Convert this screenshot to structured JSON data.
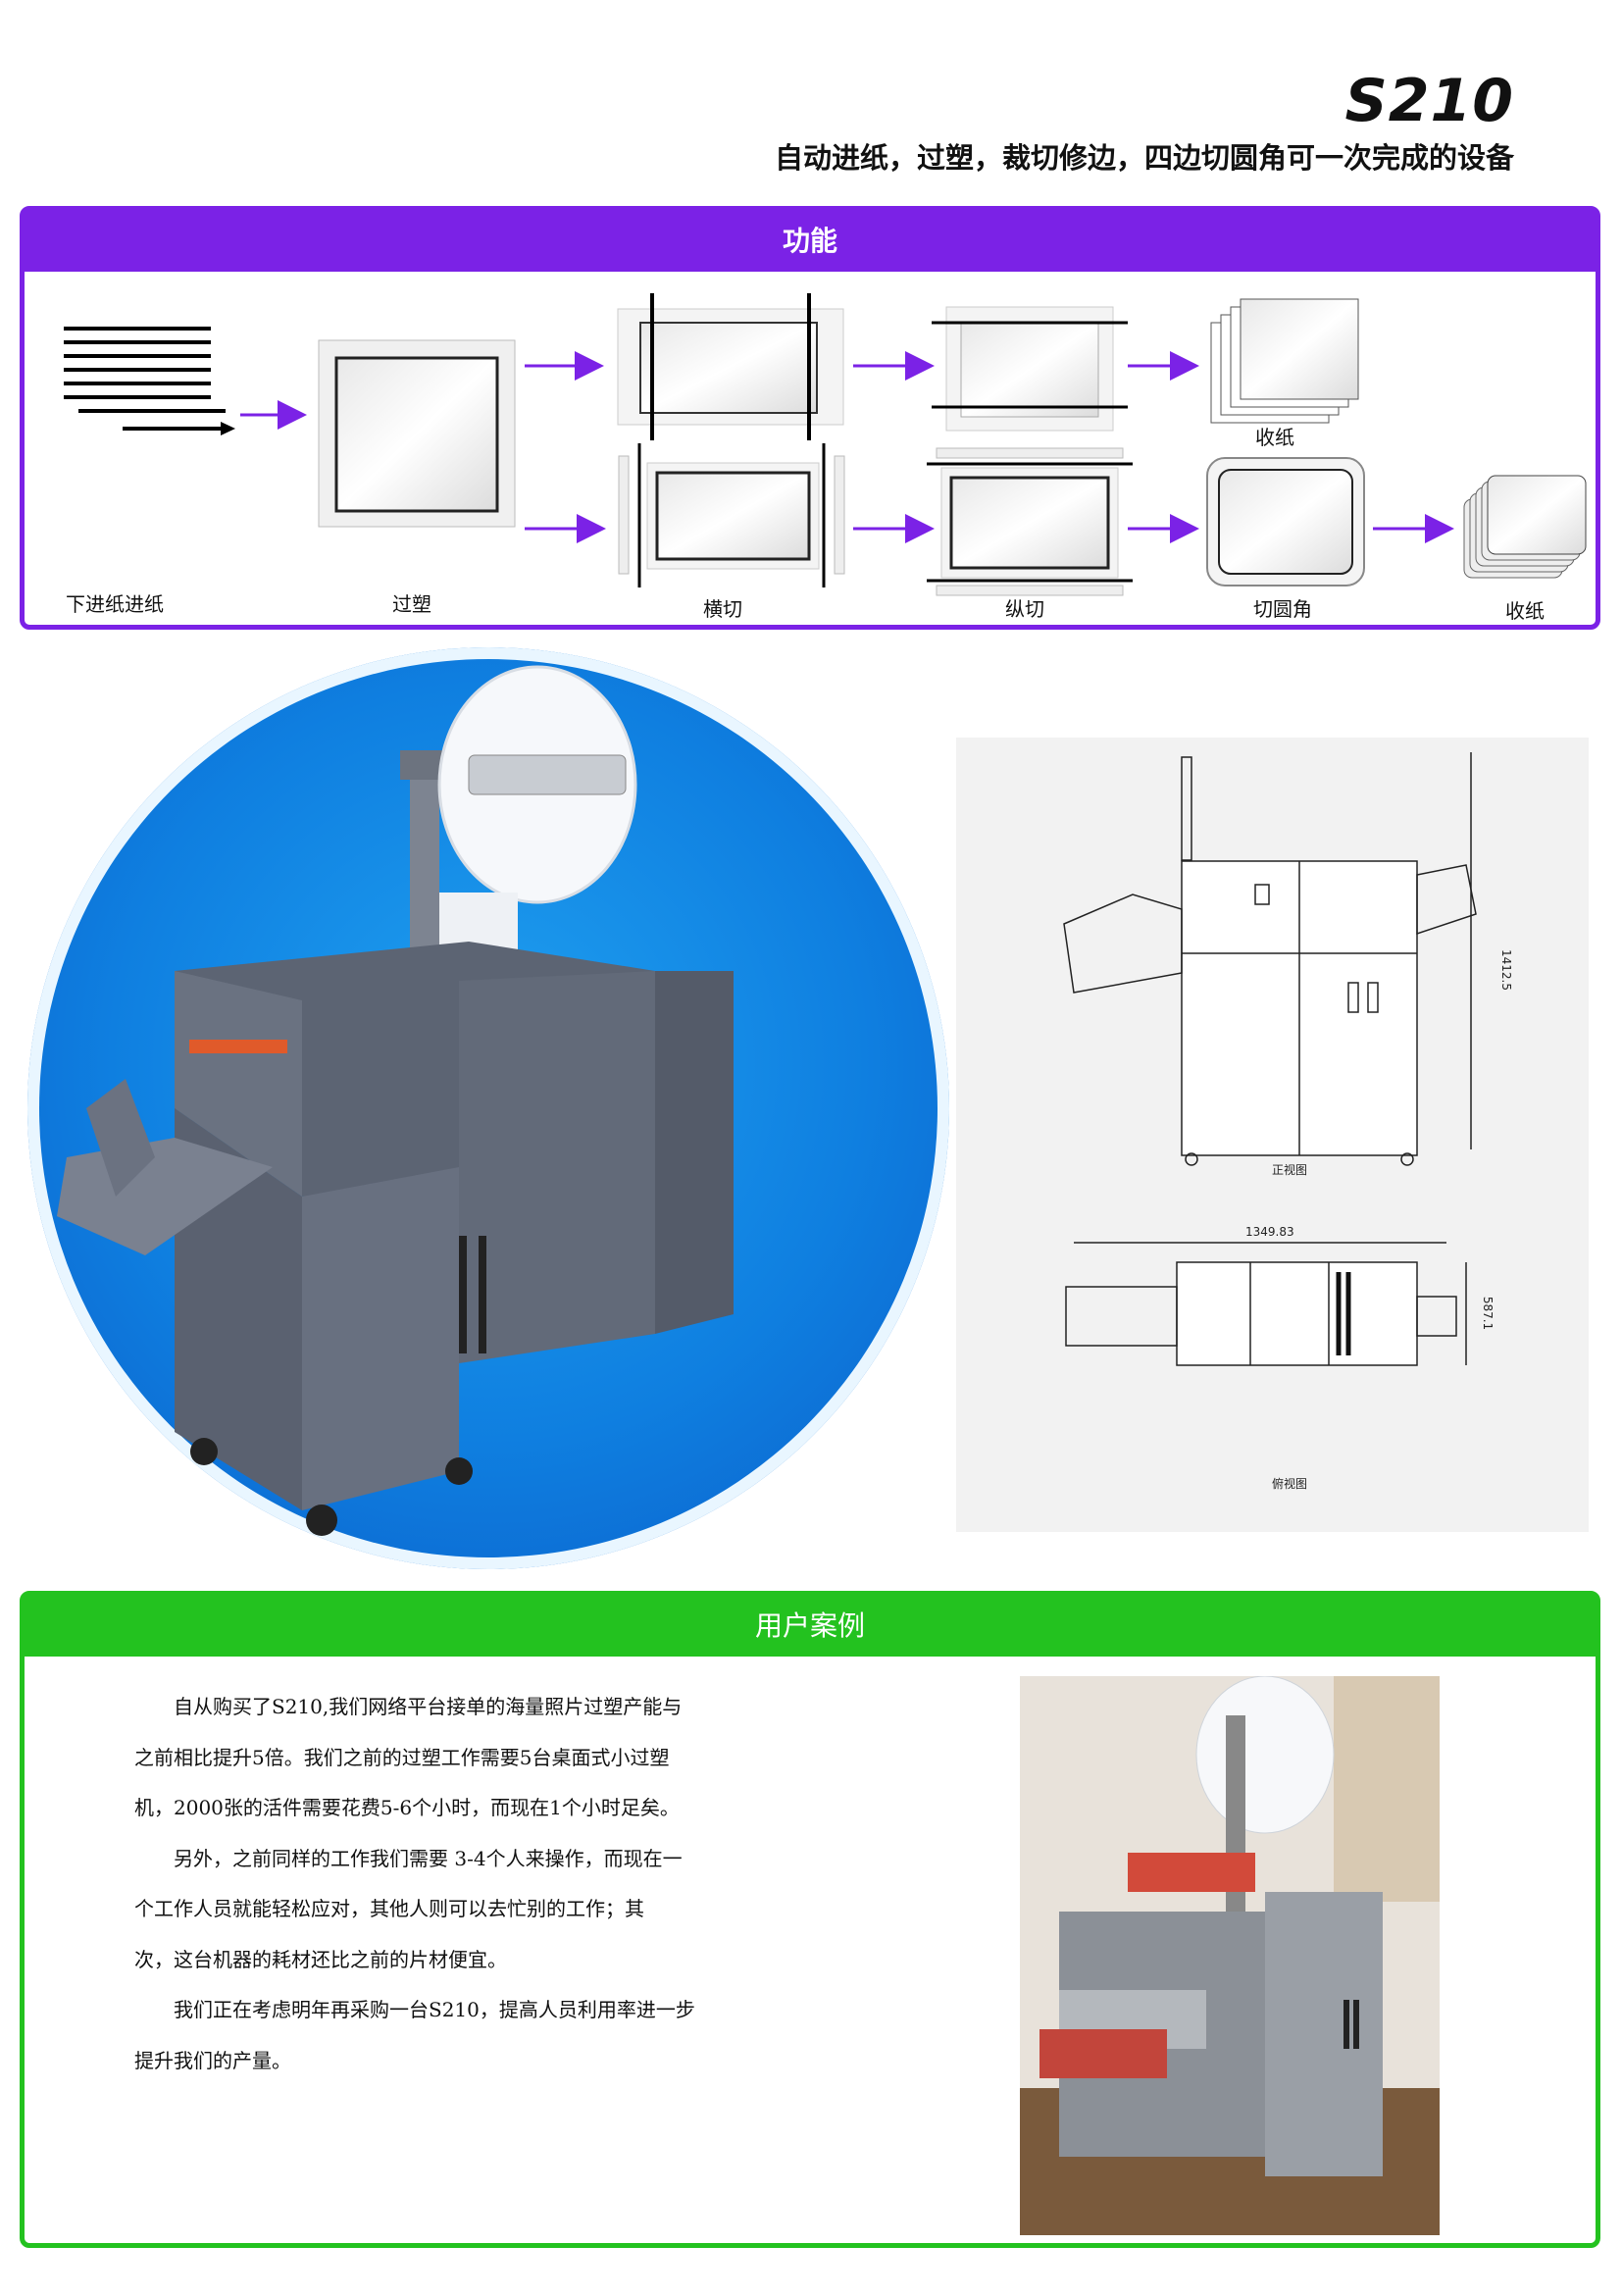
{
  "header": {
    "title": "S210",
    "subtitle": "自动进纸，过塑，裁切修边，四边切圆角可一次完成的设备"
  },
  "function_section": {
    "heading": "功能",
    "steps": {
      "feed": "下进纸进纸",
      "laminate": "过塑",
      "cross_cut": "横切",
      "length_cut": "纵切",
      "round_corner": "切圆角",
      "collect_bottom": "收纸",
      "collect_top": "收纸"
    },
    "accent_color": "#7b22e6"
  },
  "drawings": {
    "front_view_label": "正视图",
    "top_view_label": "俯视图",
    "dim_height": "1412.5",
    "dim_width": "1349.83",
    "dim_depth": "587.1"
  },
  "case_section": {
    "heading": "用户案例",
    "accent_color": "#23c21f",
    "lines": [
      "自从购买了S210,我们网络平台接单的海量照片过塑产能与",
      "之前相比提升5倍。我们之前的过塑工作需要5台桌面式小过塑",
      "机，2000张的活件需要花费5-6个小时，而现在1个小时足矣。",
      "另外，之前同样的工作我们需要 3-4个人来操作，而现在一",
      "个工作人员就能轻松应对，其他人则可以去忙别的工作；其",
      "次，这台机器的耗材还比之前的片材便宜。",
      "我们正在考虑明年再采购一台S210，提高人员利用率进一步",
      "提升我们的产量。"
    ]
  }
}
